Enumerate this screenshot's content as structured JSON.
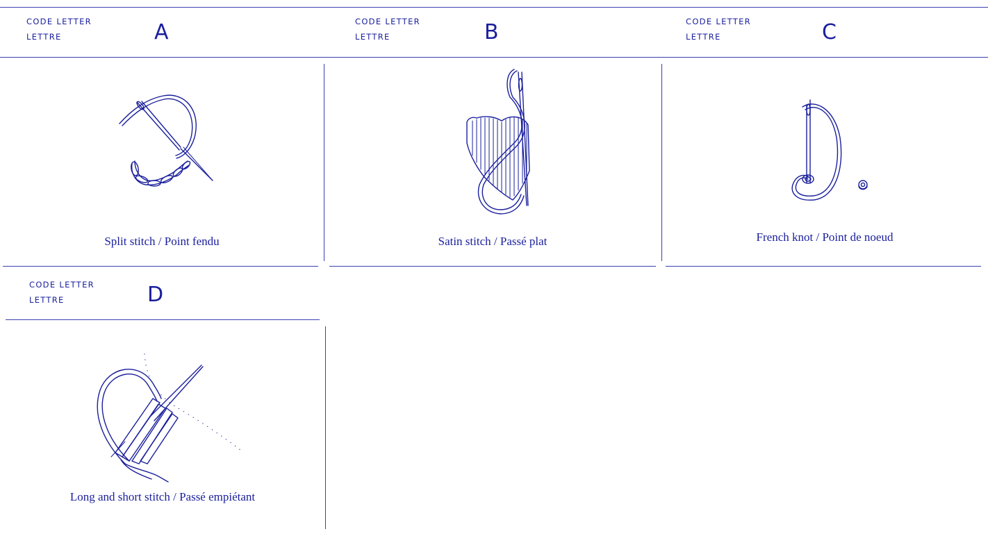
{
  "ink_color": "#1a1f9c",
  "code_label_line1": "CODE LETTER",
  "code_label_line2": "LETTRE",
  "cards": [
    {
      "letter": "A",
      "caption": "Split stitch / Point fendu",
      "illustration": "split-stitch-icon"
    },
    {
      "letter": "B",
      "caption": "Satin stitch / Passé plat",
      "illustration": "satin-stitch-icon"
    },
    {
      "letter": "C",
      "caption": "French knot / Point de noeud",
      "illustration": "french-knot-icon"
    },
    {
      "letter": "D",
      "caption": "Long and short stitch / Passé empiétant",
      "illustration": "long-short-stitch-icon"
    }
  ]
}
